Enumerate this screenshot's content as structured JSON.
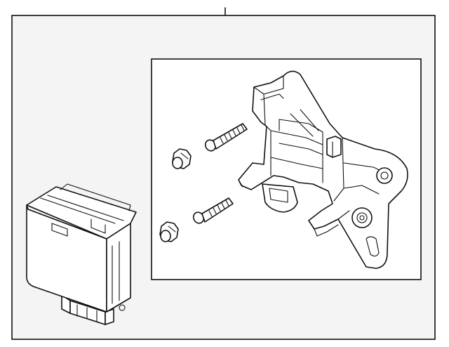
{
  "diagram": {
    "background": "#ffffff",
    "panel_color": "#f4f4f4",
    "line_color": "#111111",
    "parts": [
      {
        "name": "control-module",
        "icon": "radar-sensor-module-icon"
      },
      {
        "name": "mounting-bracket",
        "icon": "bracket-icon"
      },
      {
        "name": "screws",
        "icon": "screw-icon",
        "count": 2
      },
      {
        "name": "nuts",
        "icon": "nut-icon",
        "count": 2
      }
    ]
  }
}
